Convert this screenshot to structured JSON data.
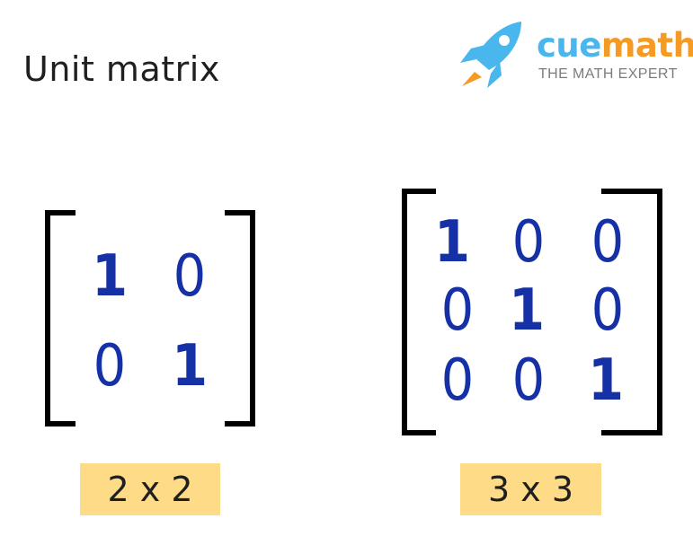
{
  "title": "Unit matrix",
  "logo": {
    "brand_part1": "cue",
    "brand_part2": "math",
    "tagline": "THE MATH EXPERT",
    "colors": {
      "rocket": "#49b7ee",
      "flame": "#f59a23",
      "tagline": "#7c7c7c"
    }
  },
  "matrices": [
    {
      "size_label": "2 x 2",
      "rows": [
        [
          "1",
          "0"
        ],
        [
          "0",
          "1"
        ]
      ]
    },
    {
      "size_label": "3 x 3",
      "rows": [
        [
          "1",
          "0",
          "0"
        ],
        [
          "0",
          "1",
          "0"
        ],
        [
          "0",
          "0",
          "1"
        ]
      ]
    }
  ],
  "colors": {
    "entries": "#1630a6",
    "brackets": "#000000",
    "label_background": "#fedb86",
    "title": "#1f1f1f"
  }
}
